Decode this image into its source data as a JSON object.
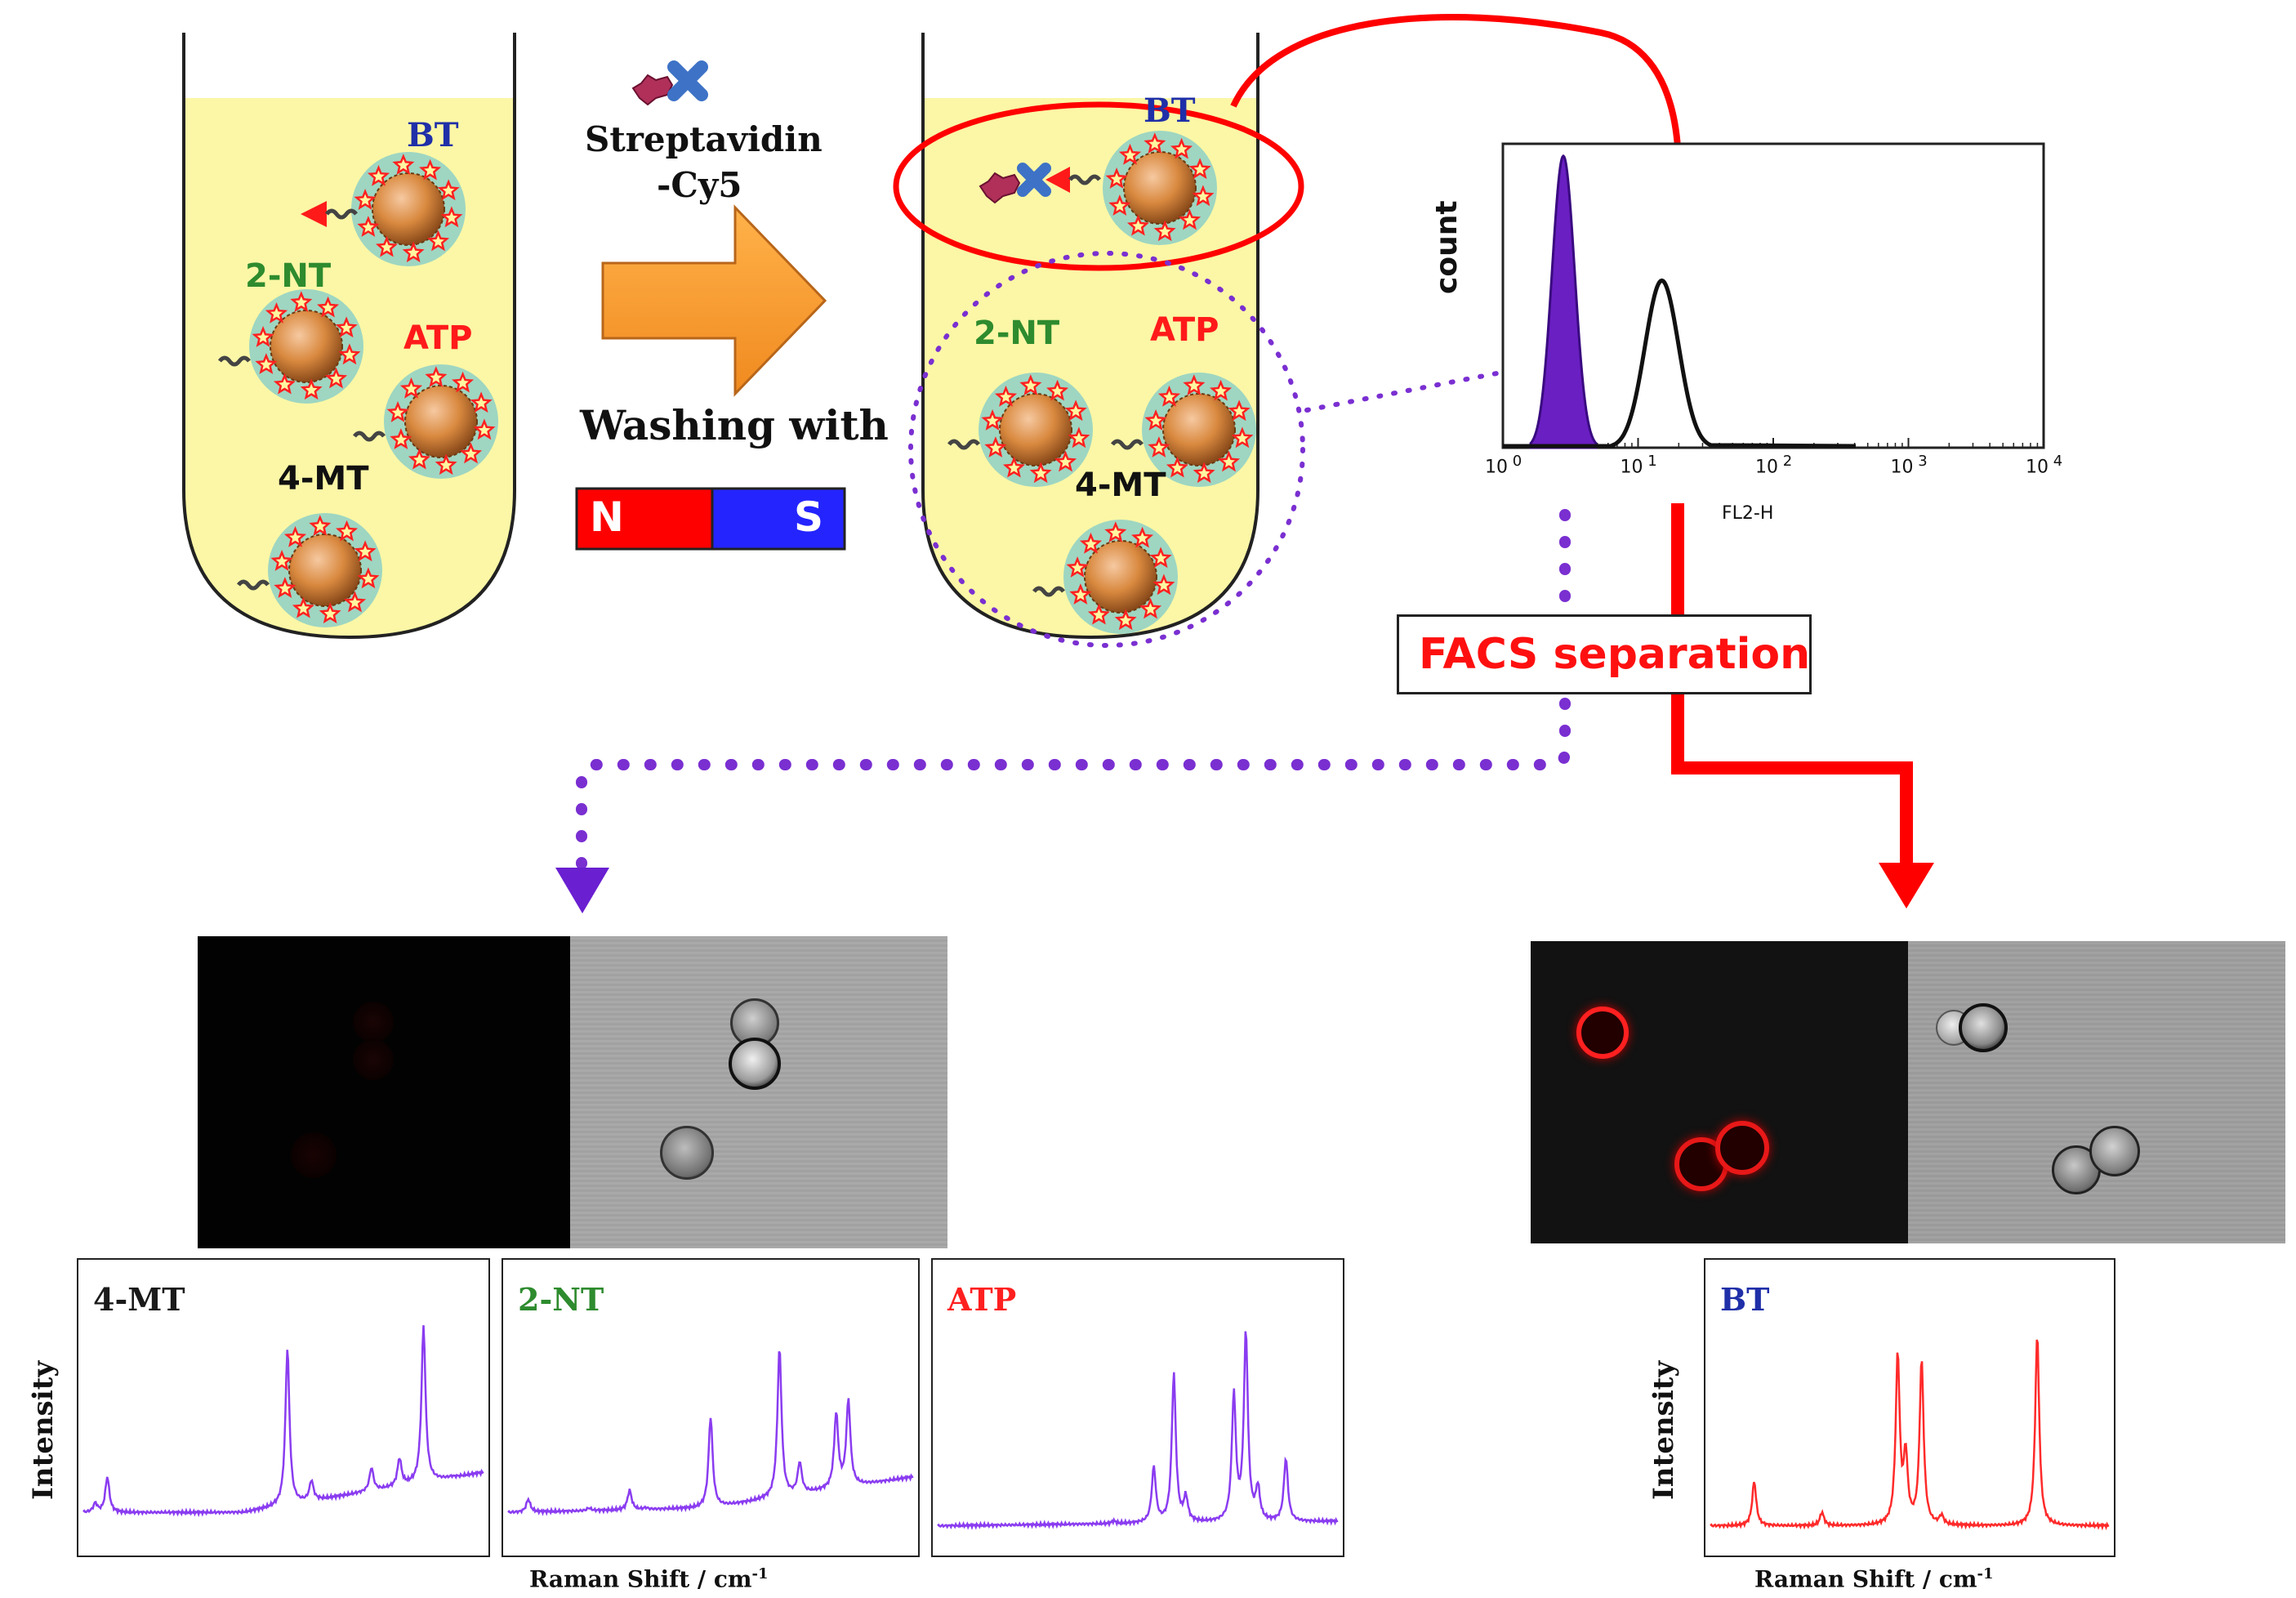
{
  "tube1": {
    "labels": {
      "bt": "BT",
      "nt2": "2-NT",
      "atp": "ATP",
      "mt4": "4-MT"
    }
  },
  "reagent": {
    "line1": "Streptavidin",
    "line2": "-Cy5"
  },
  "washing": {
    "text": "Washing with"
  },
  "magnet": {
    "north": "N",
    "south": "S"
  },
  "tube2": {
    "labels": {
      "bt": "BT",
      "nt2": "2-NT",
      "atp": "ATP",
      "mt4": "4-MT"
    }
  },
  "histogram": {
    "ylabel": "count",
    "xlabel": "FL2-H",
    "ticks": [
      {
        "base": "10",
        "exp": "0"
      },
      {
        "base": "10",
        "exp": "1"
      },
      {
        "base": "10",
        "exp": "2"
      },
      {
        "base": "10",
        "exp": "3"
      },
      {
        "base": "10",
        "exp": "4"
      }
    ]
  },
  "facs": {
    "text": "FACS separation"
  },
  "spectra": {
    "ylabel": "Intensity",
    "xlabel_base": "Raman Shift / cm",
    "xlabel_exp": "-1",
    "panels": [
      {
        "title": "4-MT",
        "color": "#1a1a1a"
      },
      {
        "title": "2-NT",
        "color": "#2e8b2e"
      },
      {
        "title": "ATP",
        "color": "#ff2020"
      },
      {
        "title": "BT",
        "color": "#1f2fa8"
      }
    ]
  },
  "colors": {
    "tube_fill": "#fbf7a6",
    "shell": "#9ed6c2",
    "core": "#d9893f",
    "red": "#ff0000",
    "purple": "#7a2fd1",
    "orange": "#f7a23c",
    "magnet_blue": "#2424ff",
    "spectrum_purple": "#8a3cf0",
    "spectrum_red": "#ff2a2a"
  },
  "chart_data": [
    {
      "type": "area",
      "name": "FL2-H histogram",
      "xlabel": "FL2-H",
      "ylabel": "count",
      "xscale": "log",
      "xlim": [
        1,
        10000
      ],
      "series": [
        {
          "name": "",
          "style": "filled-purple",
          "peak_x": 2.8,
          "relative_height": 0.96
        },
        {
          "name": "",
          "style": "black-outline",
          "peak_x": 15,
          "relative_height": 0.55
        }
      ]
    },
    {
      "type": "line",
      "title": "4-MT",
      "xlabel": "Raman Shift / cm-1",
      "ylabel": "Intensity",
      "series": [
        {
          "name": "4-MT",
          "peaks": [
            [
              0.03,
              0.16
            ],
            [
              0.06,
              0.28
            ],
            [
              0.22,
              0.12
            ],
            [
              0.35,
              0.12
            ],
            [
              0.51,
              0.86
            ],
            [
              0.57,
              0.26
            ],
            [
              0.72,
              0.32
            ],
            [
              0.79,
              0.36
            ],
            [
              0.85,
              0.96
            ],
            [
              0.92,
              0.28
            ]
          ],
          "baseline": [
            [
              0,
              0.12
            ],
            [
              0.4,
              0.12
            ],
            [
              1,
              0.3
            ]
          ]
        }
      ]
    },
    {
      "type": "line",
      "title": "2-NT",
      "xlabel": "Raman Shift / cm-1",
      "ylabel": "Intensity",
      "series": [
        {
          "name": "2-NT",
          "peaks": [
            [
              0.05,
              0.18
            ],
            [
              0.2,
              0.14
            ],
            [
              0.3,
              0.22
            ],
            [
              0.34,
              0.14
            ],
            [
              0.5,
              0.55
            ],
            [
              0.67,
              0.86
            ],
            [
              0.72,
              0.34
            ],
            [
              0.81,
              0.56
            ],
            [
              0.84,
              0.62
            ]
          ],
          "baseline": [
            [
              0,
              0.12
            ],
            [
              0.5,
              0.14
            ],
            [
              1,
              0.28
            ]
          ]
        }
      ]
    },
    {
      "type": "line",
      "title": "ATP",
      "xlabel": "Raman Shift / cm-1",
      "ylabel": "Intensity",
      "series": [
        {
          "name": "ATP",
          "peaks": [
            [
              0.18,
              0.05
            ],
            [
              0.44,
              0.08
            ],
            [
              0.54,
              0.32
            ],
            [
              0.59,
              0.74
            ],
            [
              0.62,
              0.18
            ],
            [
              0.74,
              0.64
            ],
            [
              0.77,
              0.92
            ],
            [
              0.8,
              0.22
            ],
            [
              0.87,
              0.36
            ]
          ],
          "baseline": [
            [
              0,
              0.06
            ],
            [
              1,
              0.08
            ]
          ]
        }
      ]
    },
    {
      "type": "line",
      "title": "BT",
      "xlabel": "Raman Shift / cm-1",
      "ylabel": "Intensity",
      "series": [
        {
          "name": "BT",
          "peaks": [
            [
              0.11,
              0.26
            ],
            [
              0.28,
              0.12
            ],
            [
              0.47,
              0.82
            ],
            [
              0.49,
              0.36
            ],
            [
              0.53,
              0.8
            ],
            [
              0.58,
              0.1
            ],
            [
              0.76,
              0.06
            ],
            [
              0.82,
              0.92
            ]
          ],
          "baseline": [
            [
              0,
              0.06
            ],
            [
              1,
              0.06
            ]
          ]
        }
      ]
    }
  ]
}
